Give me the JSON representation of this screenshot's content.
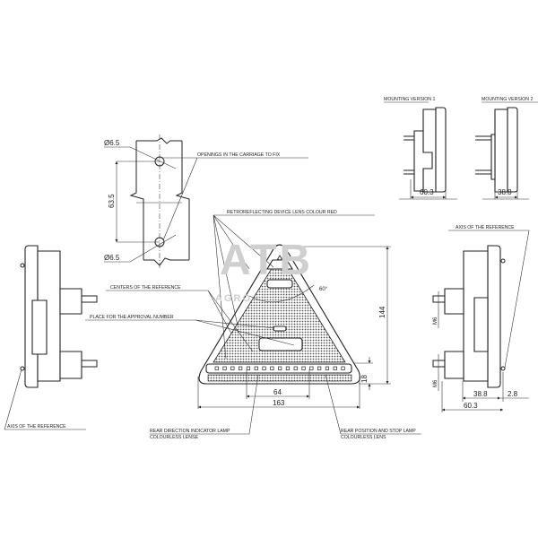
{
  "watermark": {
    "logo": "ATB",
    "subtitle": "AGRO ... A"
  },
  "mounting": {
    "version1_label": "MOUNTING VERSION 1",
    "version2_label": "MOUNTING VERSION 2",
    "version1_depth": "60.3",
    "version2_depth": "38.8"
  },
  "carriage": {
    "hole_top": "Ø6.5",
    "hole_bottom": "Ø6.5",
    "hole_spacing": "63.5",
    "openings_label": "OPENINGS IN THE CARRIAGE TO FIX"
  },
  "front": {
    "retro_label": "RETROREFLECTING DEVICE LENS COLOUR RED",
    "centers_label": "CENTERS OF THE REFERENCE",
    "approval_label": "PLACE FOR THE APPROVAL NUMBER",
    "angle": "60°",
    "height": "144",
    "strip_height": "18",
    "inner_width": "64",
    "width": "163",
    "indicator_label_1": "REAR DIRECTION INDICATOR LAMP",
    "indicator_label_2": "COLOURLESS LENSE",
    "position_label_1": "REAR POSITION AND STOP LAMP",
    "position_label_2": "COLOURLESS LENS"
  },
  "left_view": {
    "axis_label": "AXIS OF THE REFERENCE"
  },
  "right_view": {
    "axis_label": "AXIS OF THE REFERENCE",
    "thread_top": "M6",
    "thread_bottom": "M6",
    "depth_inner": "38.8",
    "offset": "2.8",
    "depth_total": "60.3"
  }
}
